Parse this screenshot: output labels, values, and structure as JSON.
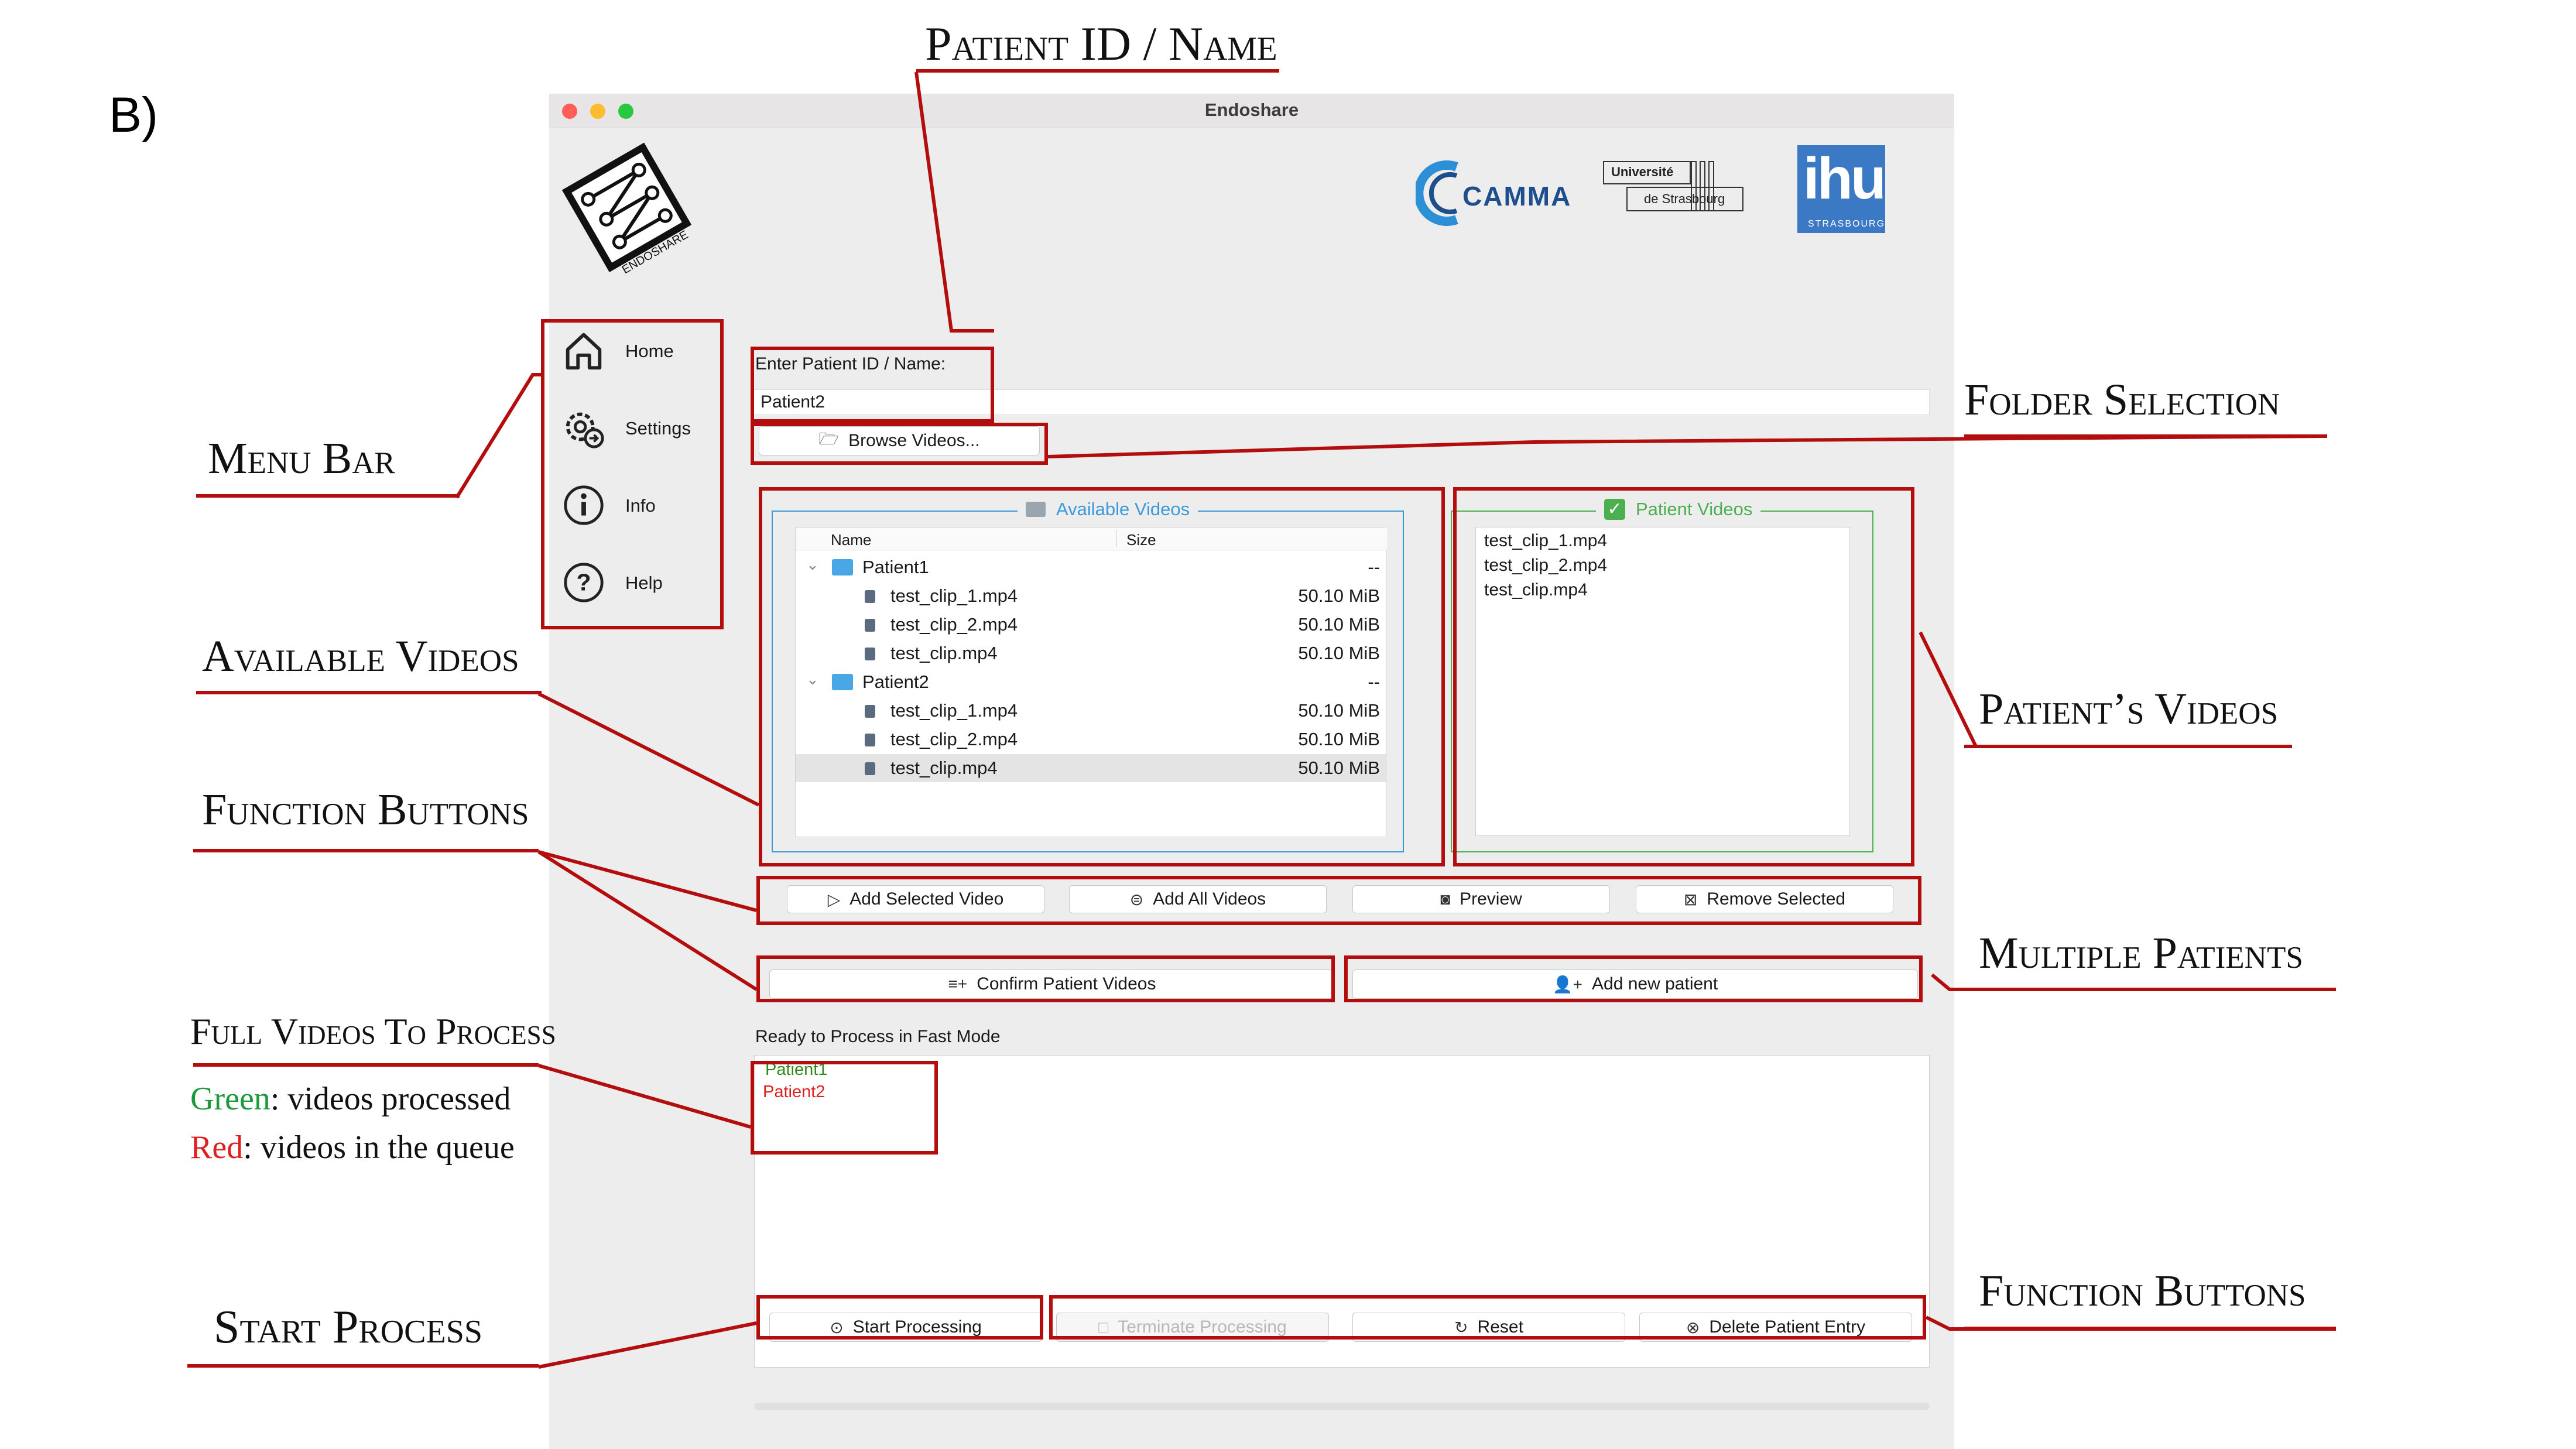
{
  "figure_label": "B)",
  "window": {
    "title": "Endoshare",
    "logo_text": "ENDOSHARE",
    "partner_logos": {
      "camma": "CAMMA",
      "unistra_line1": "Université",
      "unistra_line2": "de Strasbourg",
      "ihu": "ihu",
      "ihu_sub": "STRASBOURG"
    }
  },
  "menu": [
    {
      "label": "Home",
      "icon": "home-icon"
    },
    {
      "label": "Settings",
      "icon": "gear-icon"
    },
    {
      "label": "Info",
      "icon": "info-icon"
    },
    {
      "label": "Help",
      "icon": "help-icon"
    }
  ],
  "patient_id": {
    "label": "Enter Patient ID / Name:",
    "value": "Patient2"
  },
  "browse_button": "Browse Videos...",
  "available_videos": {
    "title": "Available Videos",
    "columns": [
      "Name",
      "Size"
    ],
    "rows": [
      {
        "name": "Patient1",
        "size": "--"
      },
      {
        "name": "test_clip_1.mp4",
        "size": "50.10 MiB"
      },
      {
        "name": "test_clip_2.mp4",
        "size": "50.10 MiB"
      },
      {
        "name": "test_clip.mp4",
        "size": "50.10 MiB"
      },
      {
        "name": "Patient2",
        "size": "--"
      },
      {
        "name": "test_clip_1.mp4",
        "size": "50.10 MiB"
      },
      {
        "name": "test_clip_2.mp4",
        "size": "50.10 MiB"
      },
      {
        "name": "test_clip.mp4",
        "size": "50.10 MiB"
      }
    ]
  },
  "patient_videos": {
    "title": "Patient Videos",
    "items": [
      "test_clip_1.mp4",
      "test_clip_2.mp4",
      "test_clip.mp4"
    ]
  },
  "function_buttons": {
    "add_selected": "Add Selected Video",
    "add_all": "Add All Videos",
    "preview": "Preview",
    "remove_selected": "Remove Selected"
  },
  "confirm_button": "Confirm Patient Videos",
  "add_patient_button": "Add new patient",
  "queue": {
    "label": "Ready to Process in Fast Mode",
    "items": [
      "Patient1",
      "Patient2"
    ],
    "colors": {
      "processed": "#2e8b1e",
      "queued": "#e02020"
    }
  },
  "process_buttons": {
    "start": "Start Processing",
    "terminate": "Terminate Processing",
    "reset": "Reset",
    "delete": "Delete Patient Entry"
  },
  "annotations": {
    "patient_id": "Patient ID / Name",
    "folder_selection": "Folder Selection",
    "menu_bar": "Menu Bar",
    "available_videos": "Available Videos",
    "patients_videos": "Patient’s Videos",
    "function_buttons_left": "Function Buttons",
    "multiple_patients": "Multiple Patients",
    "full_videos": "Full Videos To Process",
    "green_word": "Green",
    "green_rest": ": videos processed",
    "red_word": "Red",
    "red_rest": ":  videos in the queue",
    "start_process": "Start Process",
    "function_buttons_right": "Function Buttons"
  },
  "accent_colors": {
    "annotation_red": "#b30d0d",
    "available_blue": "#3a9ad9",
    "patient_green": "#4caf50"
  }
}
